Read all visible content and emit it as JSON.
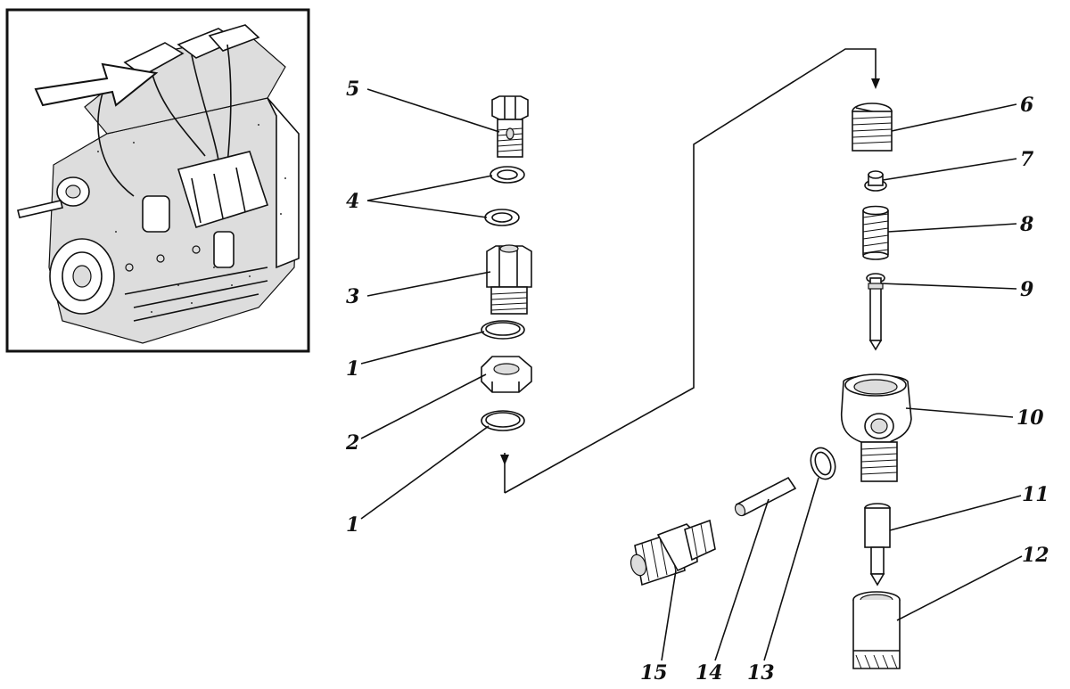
{
  "diagram": {
    "labels": {
      "p1a": "1",
      "p1b": "1",
      "p2": "2",
      "p3": "3",
      "p4": "4",
      "p5": "5",
      "p6": "6",
      "p7": "7",
      "p8": "8",
      "p9": "9",
      "p10": "10",
      "p11": "11",
      "p12": "12",
      "p13": "13",
      "p14": "14",
      "p15": "15"
    }
  }
}
